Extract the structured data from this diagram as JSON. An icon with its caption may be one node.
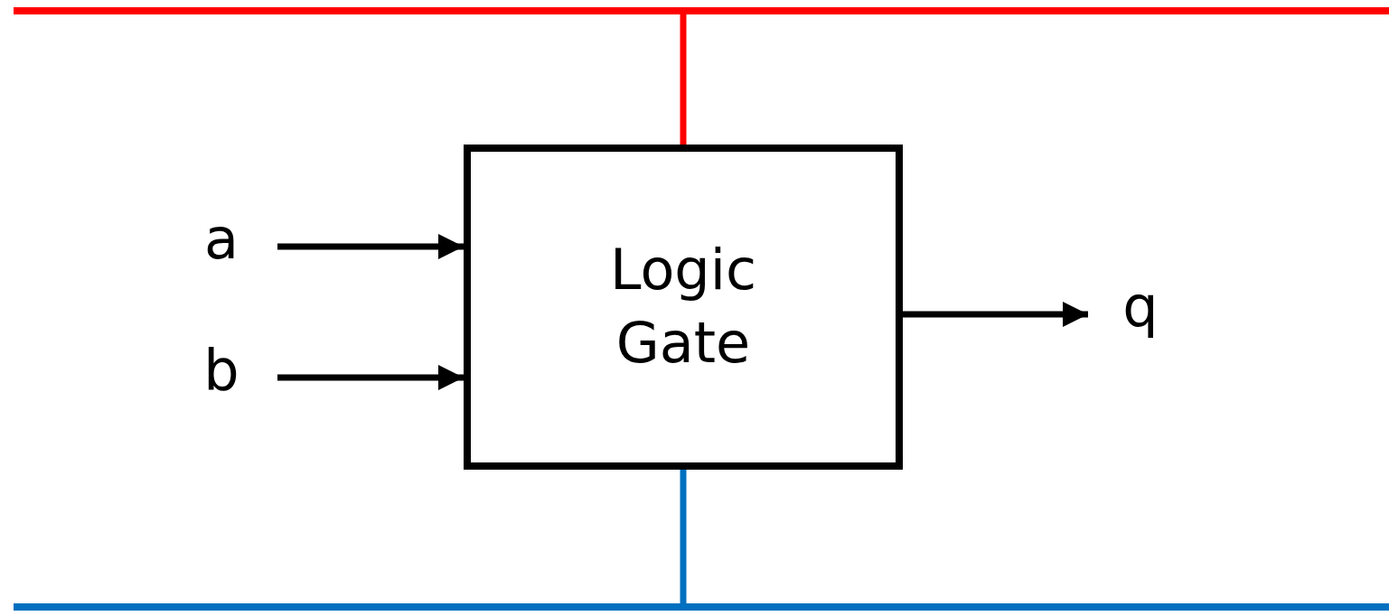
{
  "diagram": {
    "nodes": [
      {
        "text": [],
        "shape": "bar"
      },
      {
        "text": [
          "a"
        ]
      },
      {
        "text": [
          "Logic Gate"
        ]
      },
      {
        "text": [
          "q"
        ]
      },
      {
        "text": [
          "b"
        ]
      },
      {
        "text": [],
        "shape": "bar"
      }
    ],
    "edges": [
      {
        "from": 0,
        "to": 2,
        "arrow": "none",
        "color": "#ff0000"
      },
      {
        "from": 1,
        "to": 2,
        "arrow": "to"
      },
      {
        "from": 4,
        "to": 2,
        "arrow": "to"
      },
      {
        "from": 2,
        "to": 3,
        "arrow": "to"
      },
      {
        "from": 2,
        "to": 5,
        "arrow": "none",
        "color": "#0070c0"
      }
    ]
  }
}
